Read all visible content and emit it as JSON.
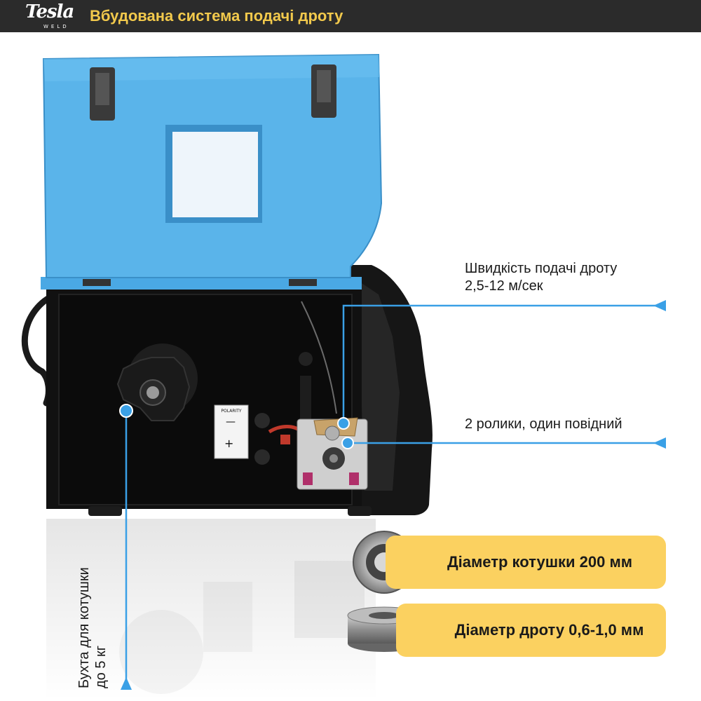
{
  "header": {
    "logo_main": "Tesla",
    "logo_sub": "WELD",
    "title": "Вбудована система подачі дроту"
  },
  "callouts": {
    "feed_speed_line1": "Швидкість подачі дроту",
    "feed_speed_line2": "2,5-12 м/сек",
    "rollers": "2 ролики, один повідний",
    "spool_line1": "Бухта для котушки",
    "spool_line2": "до 5 кг"
  },
  "badges": {
    "spool_diameter": "Діаметр котушки 200 мм",
    "wire_diameter": "Діаметр дроту 0,6-1,0 мм"
  },
  "device_markings": {
    "polarity": "POLARITY"
  },
  "colors": {
    "header_bg": "#2b2b2b",
    "header_title": "#f2c94c",
    "accent_blue": "#3aa0e6",
    "cover_blue": "#5ab4ea",
    "badge_yellow": "#fbd160"
  }
}
